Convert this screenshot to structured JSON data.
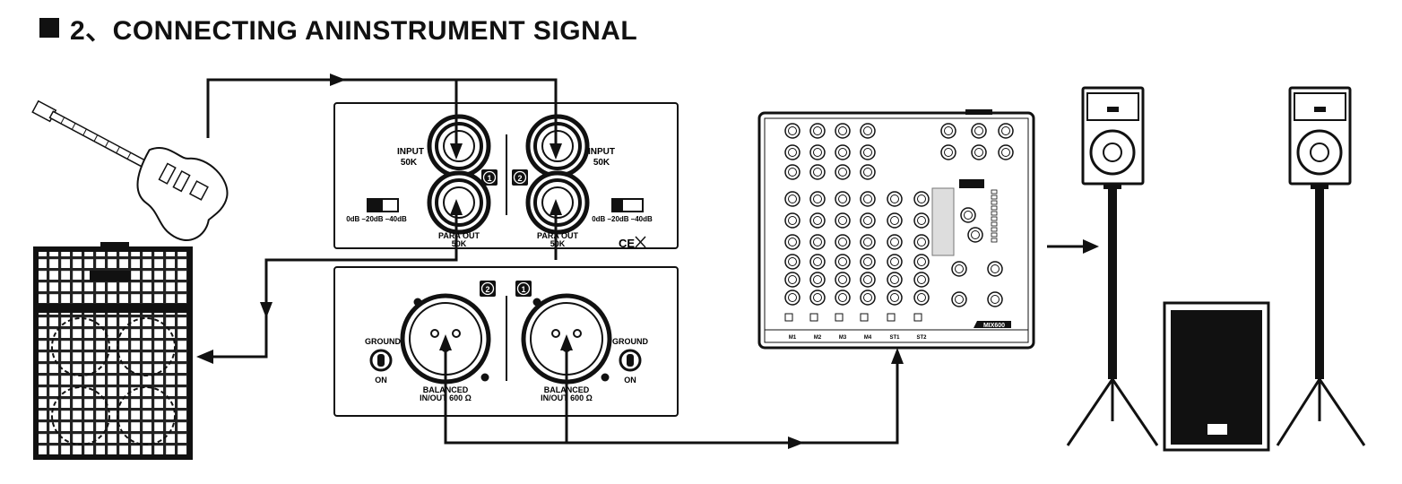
{
  "header": {
    "title": "2、CONNECTING ANINSTRUMENT SIGNAL"
  },
  "di_box_front": {
    "input_label_line1": "INPUT",
    "input_label_line2": "50K",
    "para_out_line1": "PARA OUT",
    "para_out_line2": "50K",
    "pad_label": "0dB –20dB –40dB",
    "channel_1": "1",
    "channel_2": "2",
    "ce_mark": "CE"
  },
  "di_box_rear": {
    "ground_label": "GROUND",
    "ground_on": "ON",
    "balanced_line1": "BALANCED",
    "balanced_line2": "IN/OUT 600 Ω",
    "channel_1": "1",
    "channel_2": "2"
  },
  "mixer": {
    "model": "MIX600",
    "channel_labels": [
      "M1",
      "M2",
      "M3",
      "M4",
      "ST1",
      "ST2"
    ]
  },
  "icons": {
    "guitar": "guitar-icon",
    "amp": "guitar-amp-cabinet-icon",
    "speaker": "pa-speaker-icon",
    "subwoofer": "subwoofer-icon"
  },
  "colors": {
    "line": "#111111",
    "background": "#ffffff"
  }
}
